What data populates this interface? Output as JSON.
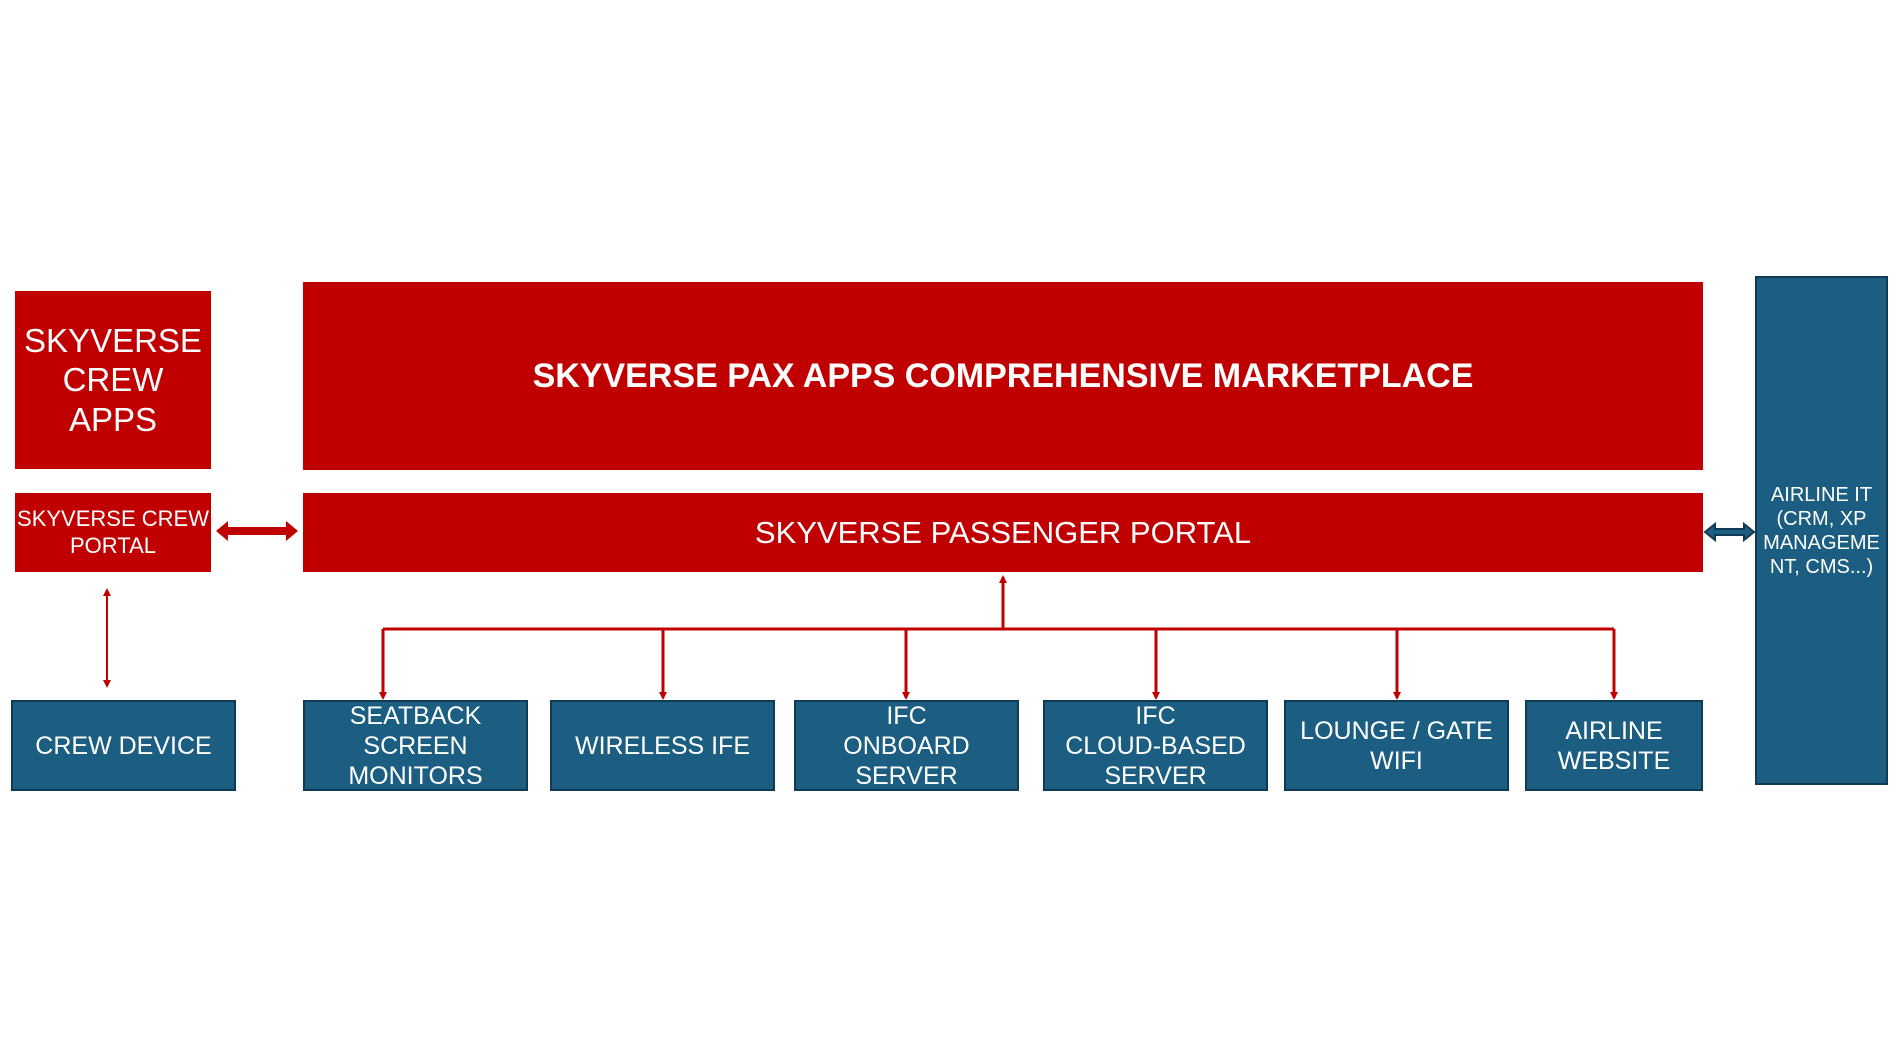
{
  "colors": {
    "red": "#c00000",
    "blue": "#1b5e82",
    "blue_border": "#0f3b54"
  },
  "crew_apps": "SKYVERSE\nCREW APPS",
  "marketplace": "SKYVERSE PAX APPS COMPREHENSIVE MARKETPLACE",
  "crew_portal": "SKYVERSE CREW\nPORTAL",
  "passenger_portal": "SKYVERSE PASSENGER PORTAL",
  "airline_it": "AIRLINE IT\n(CRM, XP\nMANAGEME\nNT, CMS...)",
  "crew_device": "CREW DEVICE",
  "channels": [
    "SEATBACK\nSCREEN\nMONITORS",
    "WIRELESS IFE",
    "IFC\nONBOARD\nSERVER",
    "IFC\nCLOUD-BASED\nSERVER",
    "LOUNGE / GATE\nWIFI",
    "AIRLINE\nWEBSITE"
  ]
}
